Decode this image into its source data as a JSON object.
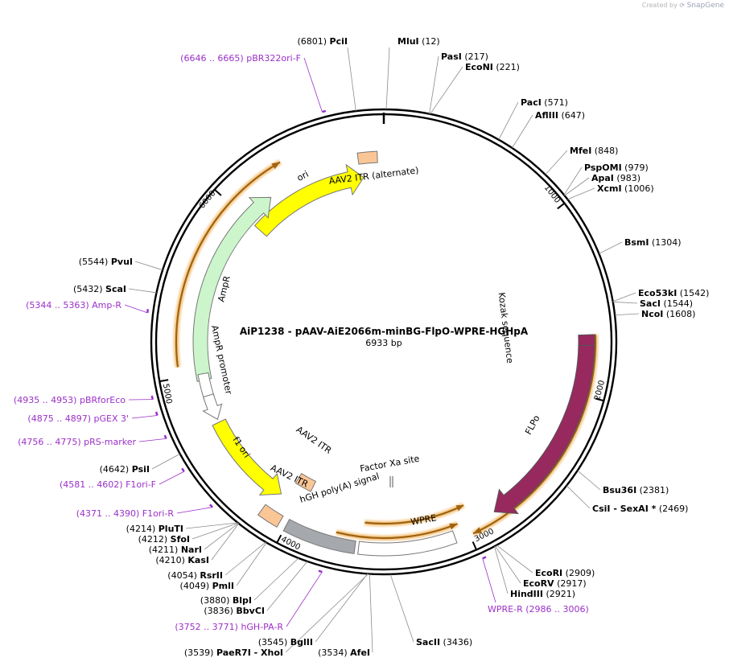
{
  "brand": {
    "prefix": "Created by",
    "name": "SnapGene"
  },
  "title": "AiP1238 - pAAV-AiE2066m-minBG-FlpO-WPRE-HGHpA",
  "length_label": "6933 bp",
  "colors": {
    "backbone": "#000000",
    "primer": "#9b30c8",
    "ori": "#ffff00",
    "ampr": "#ccf5cc",
    "flpo": "#97295f",
    "wpre": "#ffffff",
    "hgh": "#a5a9ad",
    "itr": "#fbc696",
    "orf": "#f4c98a",
    "leader": "#8c8c8c"
  },
  "scale_ticks": [
    "1000",
    "2000",
    "3000",
    "4000",
    "5000",
    "6000"
  ],
  "sites": [
    {
      "name": "MluI",
      "pos": "(12)"
    },
    {
      "name": "PciI",
      "pos": "(6801)"
    },
    {
      "name": "PasI",
      "pos": "(217)"
    },
    {
      "name": "EcoNI",
      "pos": "(221)"
    },
    {
      "name": "PacI",
      "pos": "(571)"
    },
    {
      "name": "AflIII",
      "pos": "(647)"
    },
    {
      "name": "MfeI",
      "pos": "(848)"
    },
    {
      "name": "PspOMI",
      "pos": "(979)"
    },
    {
      "name": "ApaI",
      "pos": "(983)"
    },
    {
      "name": "XcmI",
      "pos": "(1006)"
    },
    {
      "name": "BsmI",
      "pos": "(1304)"
    },
    {
      "name": "Eco53kI",
      "pos": "(1542)"
    },
    {
      "name": "SacI",
      "pos": "(1544)"
    },
    {
      "name": "NcoI",
      "pos": "(1608)"
    },
    {
      "name": "Bsu36I",
      "pos": "(2381)"
    },
    {
      "name": "CsiI",
      "pos": "(2469)",
      "extra": "- SexAI *"
    },
    {
      "name": "EcoRI",
      "pos": "(2909)"
    },
    {
      "name": "EcoRV",
      "pos": "(2917)"
    },
    {
      "name": "HindIII",
      "pos": "(2921)"
    },
    {
      "name": "SacII",
      "pos": "(3436)"
    },
    {
      "name": "AfeI",
      "pos": "(3534)"
    },
    {
      "name": "BglII",
      "pos": "(3545)"
    },
    {
      "name": "PaeR7I",
      "pos": "(3539)",
      "extra": "- XhoI"
    },
    {
      "name": "BbvCI",
      "pos": "(3836)"
    },
    {
      "name": "BlpI",
      "pos": "(3880)"
    },
    {
      "name": "PmlI",
      "pos": "(4049)"
    },
    {
      "name": "RsrII",
      "pos": "(4054)"
    },
    {
      "name": "KasI",
      "pos": "(4210)"
    },
    {
      "name": "NarI",
      "pos": "(4211)"
    },
    {
      "name": "SfoI",
      "pos": "(4212)"
    },
    {
      "name": "PluTI",
      "pos": "(4214)"
    },
    {
      "name": "PsiI",
      "pos": "(4642)"
    },
    {
      "name": "ScaI",
      "pos": "(5432)"
    },
    {
      "name": "PvuI",
      "pos": "(5544)"
    }
  ],
  "primers": [
    {
      "name": "pBR322ori-F",
      "range": "(6646 .. 6665)"
    },
    {
      "name": "WPRE-R",
      "range": "(2986 .. 3006)"
    },
    {
      "name": "hGH-PA-R",
      "range": "(3752 .. 3771)"
    },
    {
      "name": "F1ori-R",
      "range": "(4371 .. 4390)"
    },
    {
      "name": "F1ori-F",
      "range": "(4581 .. 4602)"
    },
    {
      "name": "pRS-marker",
      "range": "(4756 .. 4775)"
    },
    {
      "name": "pGEX 3'",
      "range": "(4875 .. 4897)"
    },
    {
      "name": "pBRforEco",
      "range": "(4935 .. 4953)"
    },
    {
      "name": "Amp-R",
      "range": "(5344 .. 5363)"
    }
  ],
  "features": [
    {
      "name": "ori"
    },
    {
      "name": "AAV2 ITR (alternate)"
    },
    {
      "name": "AmpR"
    },
    {
      "name": "AmpR promoter"
    },
    {
      "name": "Kozak sequence"
    },
    {
      "name": "FLPo"
    },
    {
      "name": "WPRE"
    },
    {
      "name": "Factor Xa site"
    },
    {
      "name": "hGH poly(A) signal"
    },
    {
      "name": "AAV2 ITR"
    },
    {
      "name": "AAV2 ITR"
    },
    {
      "name": "f1 ori"
    }
  ]
}
